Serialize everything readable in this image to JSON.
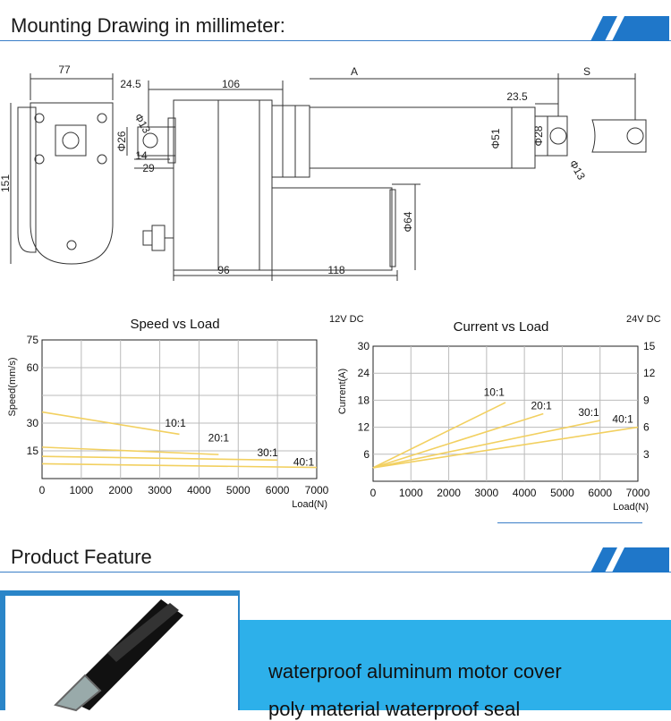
{
  "sections": {
    "mounting_title": "Mounting Drawing in millimeter:",
    "feature_title": "Product Feature"
  },
  "drawing": {
    "dim_77": "77",
    "dim_24_5": "24.5",
    "dim_106": "106",
    "dim_A": "A",
    "dim_S": "S",
    "dim_23_5": "23.5",
    "dim_151": "151",
    "dim_phi13_left": "Φ13",
    "dim_phi26": "Φ26",
    "dim_14": "14",
    "dim_29": "29",
    "dim_phi51": "Φ51",
    "dim_phi28": "Φ28",
    "dim_phi13_right": "Φ13",
    "dim_phi64": "Φ64",
    "dim_96": "96",
    "dim_118": "118"
  },
  "chart_data": [
    {
      "type": "line",
      "title": "Speed vs Load",
      "corner_label": "12V DC",
      "xlabel": "Load(N)",
      "ylabel": "Speed(mm/s)",
      "xlim": [
        0,
        7000
      ],
      "ylim": [
        0,
        75
      ],
      "xticks": [
        0,
        1000,
        2000,
        3000,
        4000,
        5000,
        6000,
        7000
      ],
      "yticks": [
        15,
        30,
        60,
        75
      ],
      "grid": true,
      "series": [
        {
          "name": "10:1",
          "x": [
            0,
            3500
          ],
          "y": [
            36,
            24
          ],
          "color": "#f2d060"
        },
        {
          "name": "20:1",
          "x": [
            0,
            4500
          ],
          "y": [
            17,
            13
          ],
          "color": "#f2d060"
        },
        {
          "name": "30:1",
          "x": [
            0,
            6000
          ],
          "y": [
            12,
            10
          ],
          "color": "#f2d060"
        },
        {
          "name": "40:1",
          "x": [
            0,
            7000
          ],
          "y": [
            8,
            6
          ],
          "color": "#f2d060"
        }
      ]
    },
    {
      "type": "line",
      "title": "Current vs Load",
      "corner_label": "24V DC",
      "xlabel": "Load(N)",
      "ylabel": "Current(A)",
      "xlim": [
        0,
        7000
      ],
      "ylim": [
        0,
        30
      ],
      "xticks": [
        0,
        1000,
        2000,
        3000,
        4000,
        5000,
        6000,
        7000
      ],
      "yticks": [
        6,
        12,
        18,
        24,
        30
      ],
      "y2ticks": [
        3,
        6,
        9,
        12,
        15
      ],
      "grid": true,
      "series": [
        {
          "name": "10:1",
          "x": [
            0,
            3500
          ],
          "y": [
            3,
            17.5
          ],
          "color": "#f2d060"
        },
        {
          "name": "20:1",
          "x": [
            0,
            4500
          ],
          "y": [
            3,
            15
          ],
          "color": "#f2d060"
        },
        {
          "name": "30:1",
          "x": [
            0,
            6000
          ],
          "y": [
            3,
            13.5
          ],
          "color": "#f2d060"
        },
        {
          "name": "40:1",
          "x": [
            0,
            7000
          ],
          "y": [
            3,
            12
          ],
          "color": "#f2d060"
        }
      ]
    }
  ],
  "features": [
    "waterproof aluminum motor cover",
    "poly material waterproof seal"
  ],
  "colors": {
    "accent": "#1f77c9",
    "panel": "#2db0ea",
    "lines": "#f2d060"
  }
}
